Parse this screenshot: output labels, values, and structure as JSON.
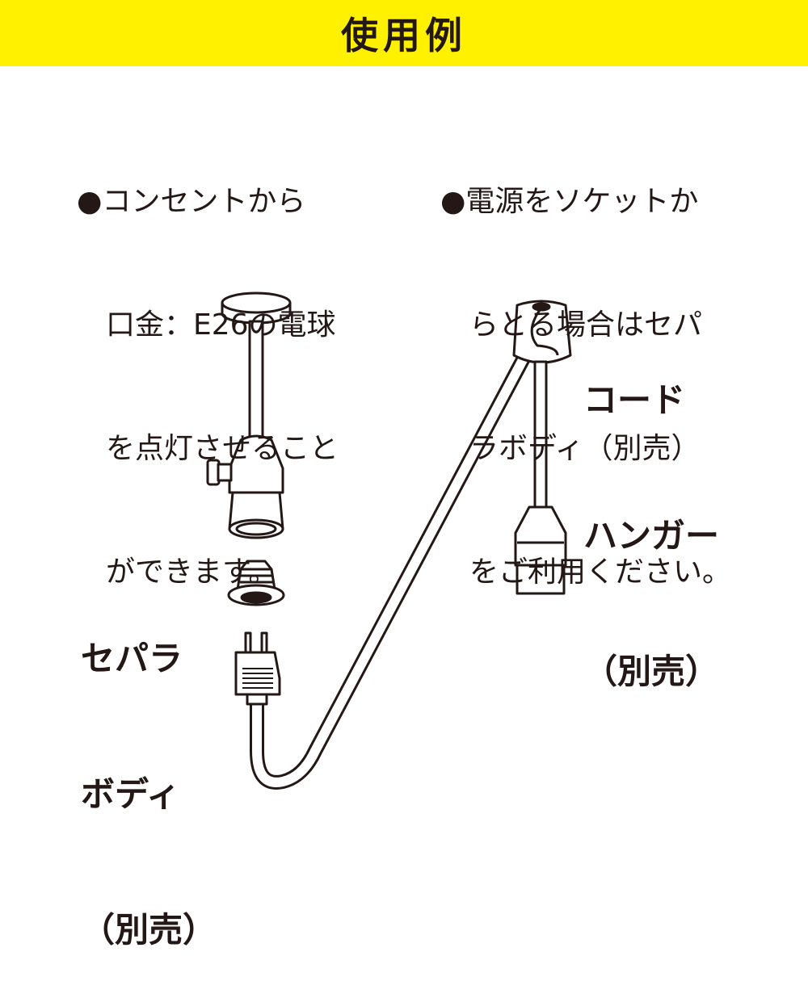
{
  "header": {
    "title": "使用例"
  },
  "notes": [
    {
      "bullet": "●",
      "lines": [
        "コンセントから",
        "口金：E26の電球",
        "を点灯させること",
        "ができます。"
      ]
    },
    {
      "bullet": "●",
      "lines": [
        "電源をソケットか",
        "らとる場合はセパ",
        "ラボディ（別売）",
        "をご利用ください。"
      ]
    }
  ],
  "labels": {
    "cord_hanger": [
      "コード",
      "ハンガー",
      "（別売）"
    ],
    "separa_body": [
      "セパラ",
      "ボディ",
      "（別売）"
    ]
  },
  "colors": {
    "header_bg": "#fff100",
    "ink": "#231815"
  }
}
